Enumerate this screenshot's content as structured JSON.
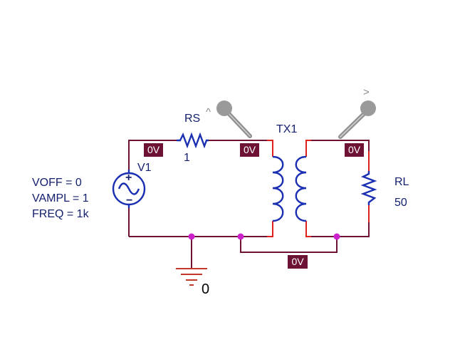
{
  "source": {
    "name": "V1",
    "params": [
      "VOFF = 0",
      "VAMPL = 1",
      "FREQ = 1k"
    ]
  },
  "rs": {
    "name": "RS",
    "value": "1",
    "marker": "^"
  },
  "transformer": {
    "name": "TX1"
  },
  "rl": {
    "name": "RL",
    "value": "50"
  },
  "probe_right": {
    "marker": ">"
  },
  "ground": {
    "label": "0"
  },
  "voltage_labels": {
    "left": "0V",
    "mid": "0V",
    "right": "0V",
    "bottom": "0V"
  },
  "colors": {
    "wire": "#6e1235",
    "wire_segment": "#e0201c",
    "component": "#1b2fb3",
    "junction": "#cc22cc",
    "label_box": "#6e1235",
    "probe": "#9a9a9a"
  }
}
